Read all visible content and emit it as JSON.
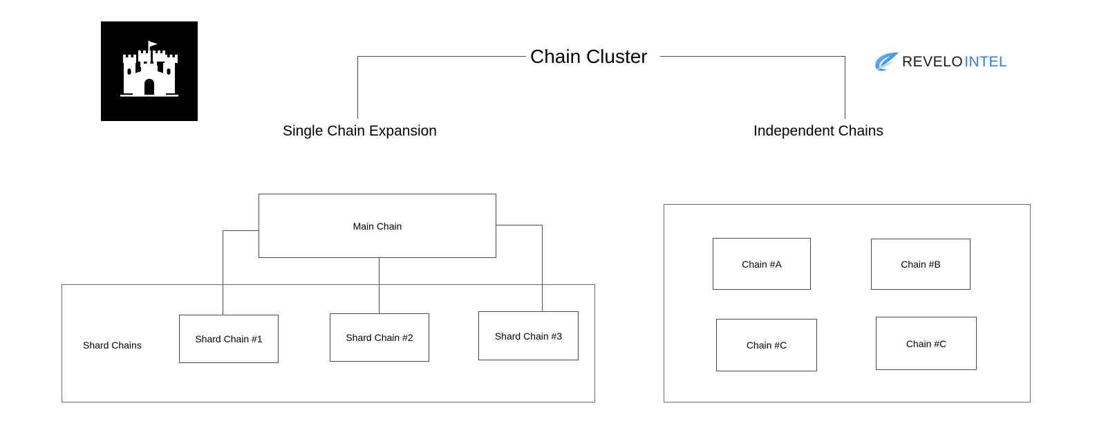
{
  "page": {
    "background": "#ffffff",
    "line_color": "#4a4a4a",
    "text_color": "#000000"
  },
  "brand": {
    "castle_logo": "castle-logo-icon",
    "revelo": {
      "mark": "revelo-feather-icon",
      "word_primary": "REVELO",
      "word_secondary": "INTEL",
      "color_primary": "#1a1a1a",
      "color_secondary": "#2f7dfb"
    }
  },
  "diagram": {
    "title": "Chain Cluster",
    "branches": [
      {
        "label": "Single Chain Expansion"
      },
      {
        "label": "Independent Chains"
      }
    ],
    "single_chain_expansion": {
      "main_chain": "Main Chain",
      "shard_group_label": "Shard Chains",
      "shards": [
        {
          "label": "Shard Chain #1"
        },
        {
          "label": "Shard Chain #2"
        },
        {
          "label": "Shard Chain #3"
        }
      ]
    },
    "independent_chains": {
      "chains": [
        {
          "label": "Chain #A"
        },
        {
          "label": "Chain #B"
        },
        {
          "label": "Chain #C"
        },
        {
          "label": "Chain #C"
        }
      ]
    }
  }
}
